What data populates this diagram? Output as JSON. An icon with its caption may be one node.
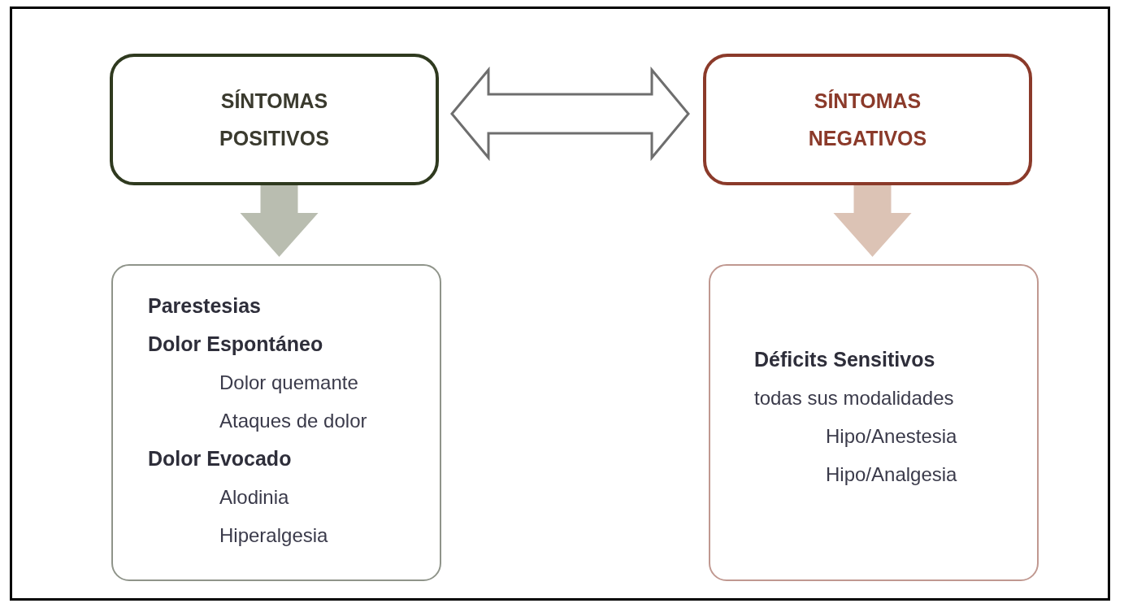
{
  "diagram": {
    "nodes": [
      {
        "text": [
          "SÍNTOMAS POSITIVOS"
        ]
      },
      {
        "text": [
          "SÍNTOMAS NEGATIVOS"
        ]
      },
      {
        "text": [
          "Parestesias",
          "Dolor Espontáneo",
          "Dolor quemante",
          "Ataques de dolor",
          "Dolor Evocado",
          "Alodinia",
          "Hiperalgesia"
        ]
      },
      {
        "text": [
          "Déficits Sensitivos",
          "todas sus modalidades",
          "Hipo/Anestesia",
          "Hipo/Analgesia"
        ]
      }
    ],
    "edges": [
      {
        "from": 0,
        "to": 1,
        "arrow": "both",
        "color": "#6e6e6e"
      },
      {
        "from": 0,
        "to": 2,
        "arrow": "to",
        "style": "thick",
        "color": "#b9bdb0"
      },
      {
        "from": 1,
        "to": 3,
        "arrow": "to",
        "style": "thick",
        "color": "#dcc3b5"
      }
    ]
  }
}
